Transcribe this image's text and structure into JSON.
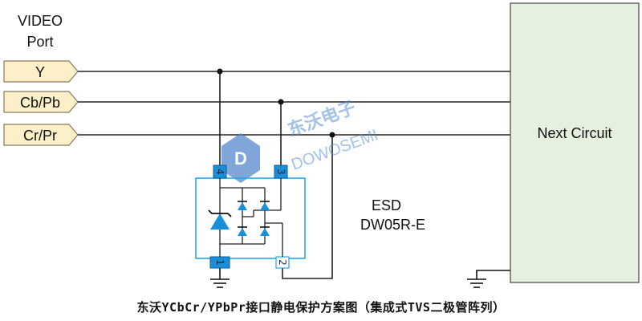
{
  "header": {
    "line1": "VIDEO",
    "line2": "Port"
  },
  "ports": [
    {
      "label": "Y"
    },
    {
      "label": "Cb/Pb"
    },
    {
      "label": "Cr/Pr"
    }
  ],
  "esd": {
    "line1": "ESD",
    "line2": "DW05R-E"
  },
  "pins": {
    "p1": "1",
    "p2": "2",
    "p3": "3",
    "p4": "4"
  },
  "next_circuit": "Next Circuit",
  "watermark": {
    "cn": "东沃电子",
    "en": "DOWOSEMI"
  },
  "caption": "东沃YCbCr/YPbPr接口静电保护方案图（集成式TVS二极管阵列）",
  "colors": {
    "port_fill": "#fdefc8",
    "pin_blue": "#1a8fd8",
    "chip_border": "#2aa3e8",
    "next_fill": "#e6f0de"
  }
}
